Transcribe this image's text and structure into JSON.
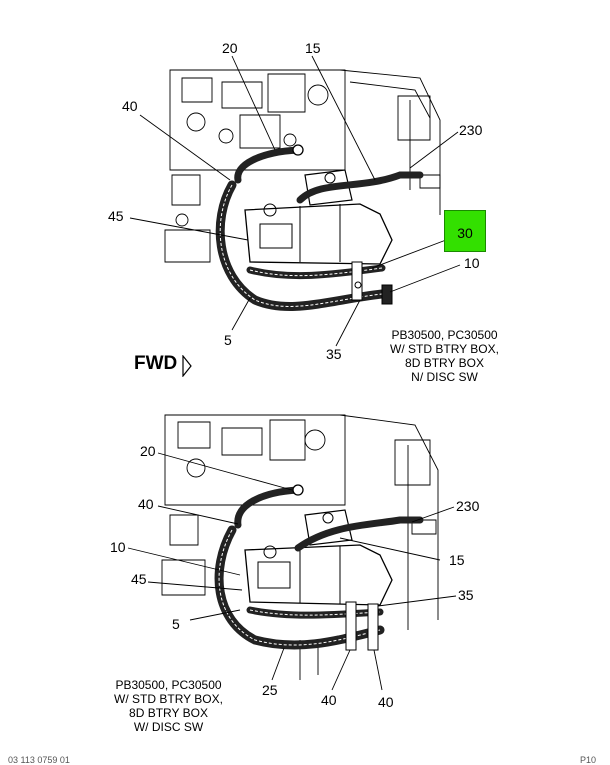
{
  "top_view": {
    "callouts": [
      "20",
      "15",
      "40",
      "230",
      "45",
      "30",
      "10",
      "5",
      "35"
    ],
    "highlighted_callout": "30",
    "highlight_color": "#33e000",
    "note": "PB30500, PC30500\nW/ STD BTRY BOX,\n8D BTRY BOX\nN/ DISC SW"
  },
  "fwd_label": "FWD",
  "bottom_view": {
    "callouts": [
      "20",
      "40",
      "230",
      "10",
      "15",
      "45",
      "35",
      "5",
      "25",
      "40",
      "40"
    ],
    "note": "PB30500, PC30500\nW/ STD BTRY BOX,\n8D BTRY BOX\nW/ DISC SW"
  },
  "footer": {
    "left": "03 113 0759 01",
    "right": "P10"
  }
}
